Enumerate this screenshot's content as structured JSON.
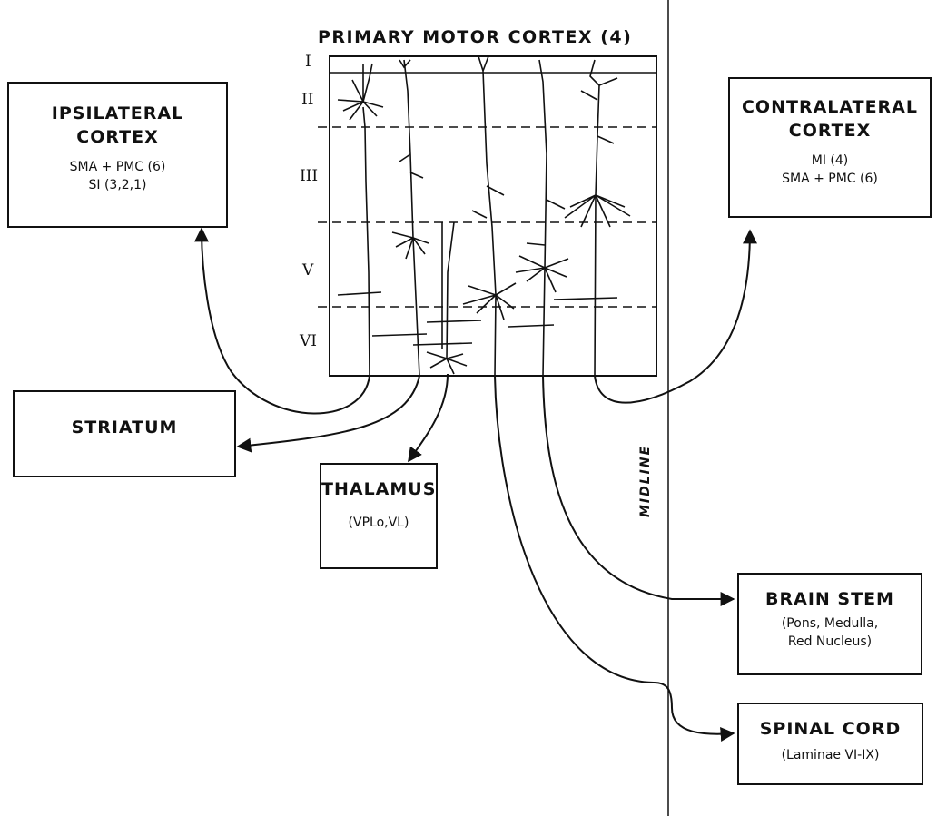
{
  "title": "PRIMARY MOTOR CORTEX (4)",
  "layers": [
    "I",
    "II",
    "III",
    "V",
    "VI"
  ],
  "midline_label": "MIDLINE",
  "boxes": {
    "ipsilateral": {
      "title_lines": [
        "IPSILATERAL",
        "CORTEX"
      ],
      "details": [
        "SMA + PMC (6)",
        "SI (3,2,1)"
      ]
    },
    "contralateral": {
      "title_lines": [
        "CONTRALATERAL",
        "CORTEX"
      ],
      "details": [
        "MI (4)",
        "SMA + PMC (6)"
      ]
    },
    "striatum": {
      "title": "STRIATUM"
    },
    "thalamus": {
      "title": "THALAMUS",
      "detail": "(VPLo,VL)"
    },
    "brainstem": {
      "title": "BRAIN STEM",
      "details": [
        "(Pons, Medulla,",
        "Red Nucleus)"
      ]
    },
    "spinalcord": {
      "title": "SPINAL CORD",
      "detail": "(Laminae VI-IX)"
    }
  },
  "colors": {
    "ink": "#111111",
    "background": "#ffffff"
  }
}
